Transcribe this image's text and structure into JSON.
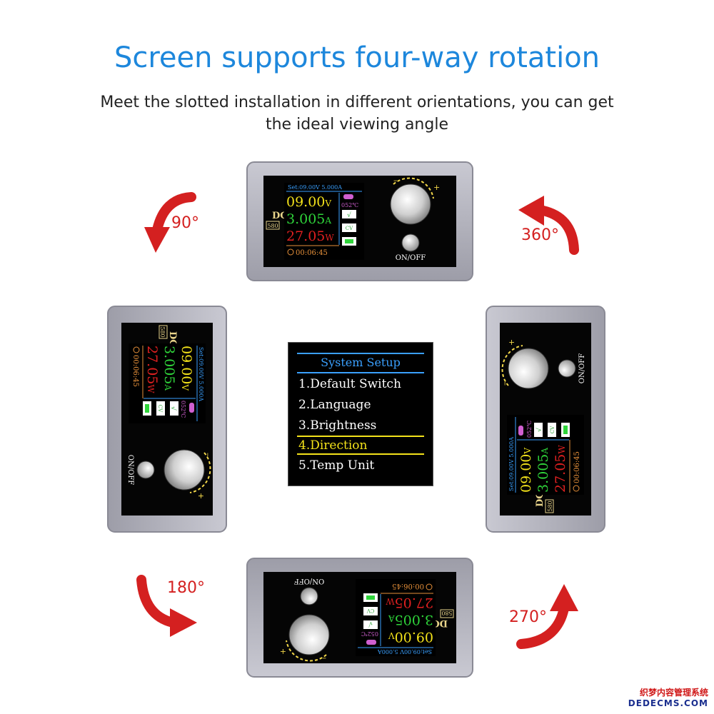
{
  "header": {
    "title": "Screen supports four-way rotation",
    "subtitle_line1": "Meet the slotted installation in different orientations, you can get",
    "subtitle_line2": "the ideal viewing angle"
  },
  "device": {
    "brand": "DC",
    "model": "580",
    "set_line": "Set:09.00V 5.000A",
    "voltage": "09.00",
    "voltage_unit": "V",
    "current": "3.005",
    "current_unit": "A",
    "power": "27.05",
    "power_unit": "W",
    "temperature": "052℃",
    "check_mark": "√",
    "mode": "CV",
    "timer": "00:06:45",
    "power_button_label": "ON/OFF",
    "knob_plus": "+",
    "knob_minus": "–"
  },
  "rotations": {
    "deg_90": "90°",
    "deg_360": "360°",
    "deg_180": "180°",
    "deg_270": "270°"
  },
  "menu": {
    "title": "System Setup",
    "items": [
      "1.Default Switch",
      "2.Language",
      "3.Brightness",
      "4.Direction",
      "5.Temp Unit"
    ],
    "selected_index": 3
  },
  "colors": {
    "title_blue": "#1d87dc",
    "arrow_red": "#d42020",
    "voltage_yellow": "#f3e21a",
    "current_green": "#2fd43a",
    "power_red": "#e02020",
    "menu_blue": "#3aa0ff",
    "menu_highlight": "#f3e21a"
  },
  "watermark": {
    "line1": "织梦内容管理系统",
    "line2": "DEDECMS.COM"
  }
}
